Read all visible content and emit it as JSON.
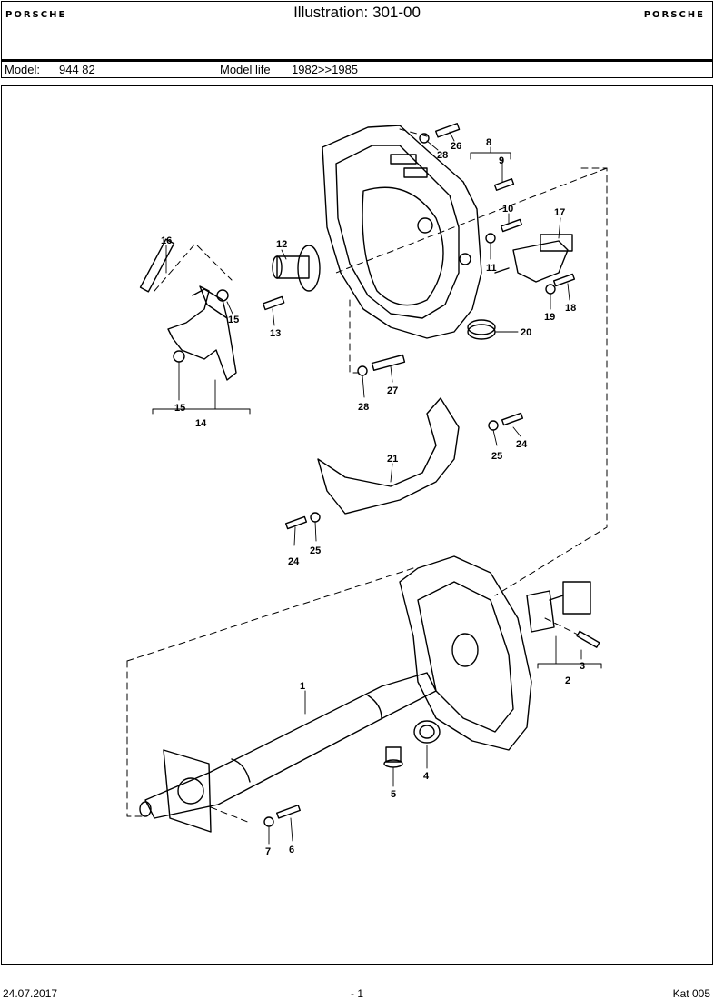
{
  "header": {
    "brand_left": "PORSCHE",
    "title": "Illustration: 301-00",
    "brand_right": "PORSCHE"
  },
  "model_bar": {
    "model_label": "Model:",
    "model_value": "944 82",
    "life_label": "Model life",
    "life_value": "1982>>1985"
  },
  "callouts": [
    "1",
    "2",
    "3",
    "4",
    "5",
    "6",
    "7",
    "8",
    "9",
    "10",
    "11",
    "12",
    "13",
    "14",
    "15",
    "15",
    "16",
    "17",
    "18",
    "19",
    "20",
    "21",
    "24",
    "24",
    "25",
    "25",
    "26",
    "27",
    "28",
    "28"
  ],
  "footer": {
    "date": "24.07.2017",
    "page": "- 1",
    "catalog": "Kat 005"
  }
}
